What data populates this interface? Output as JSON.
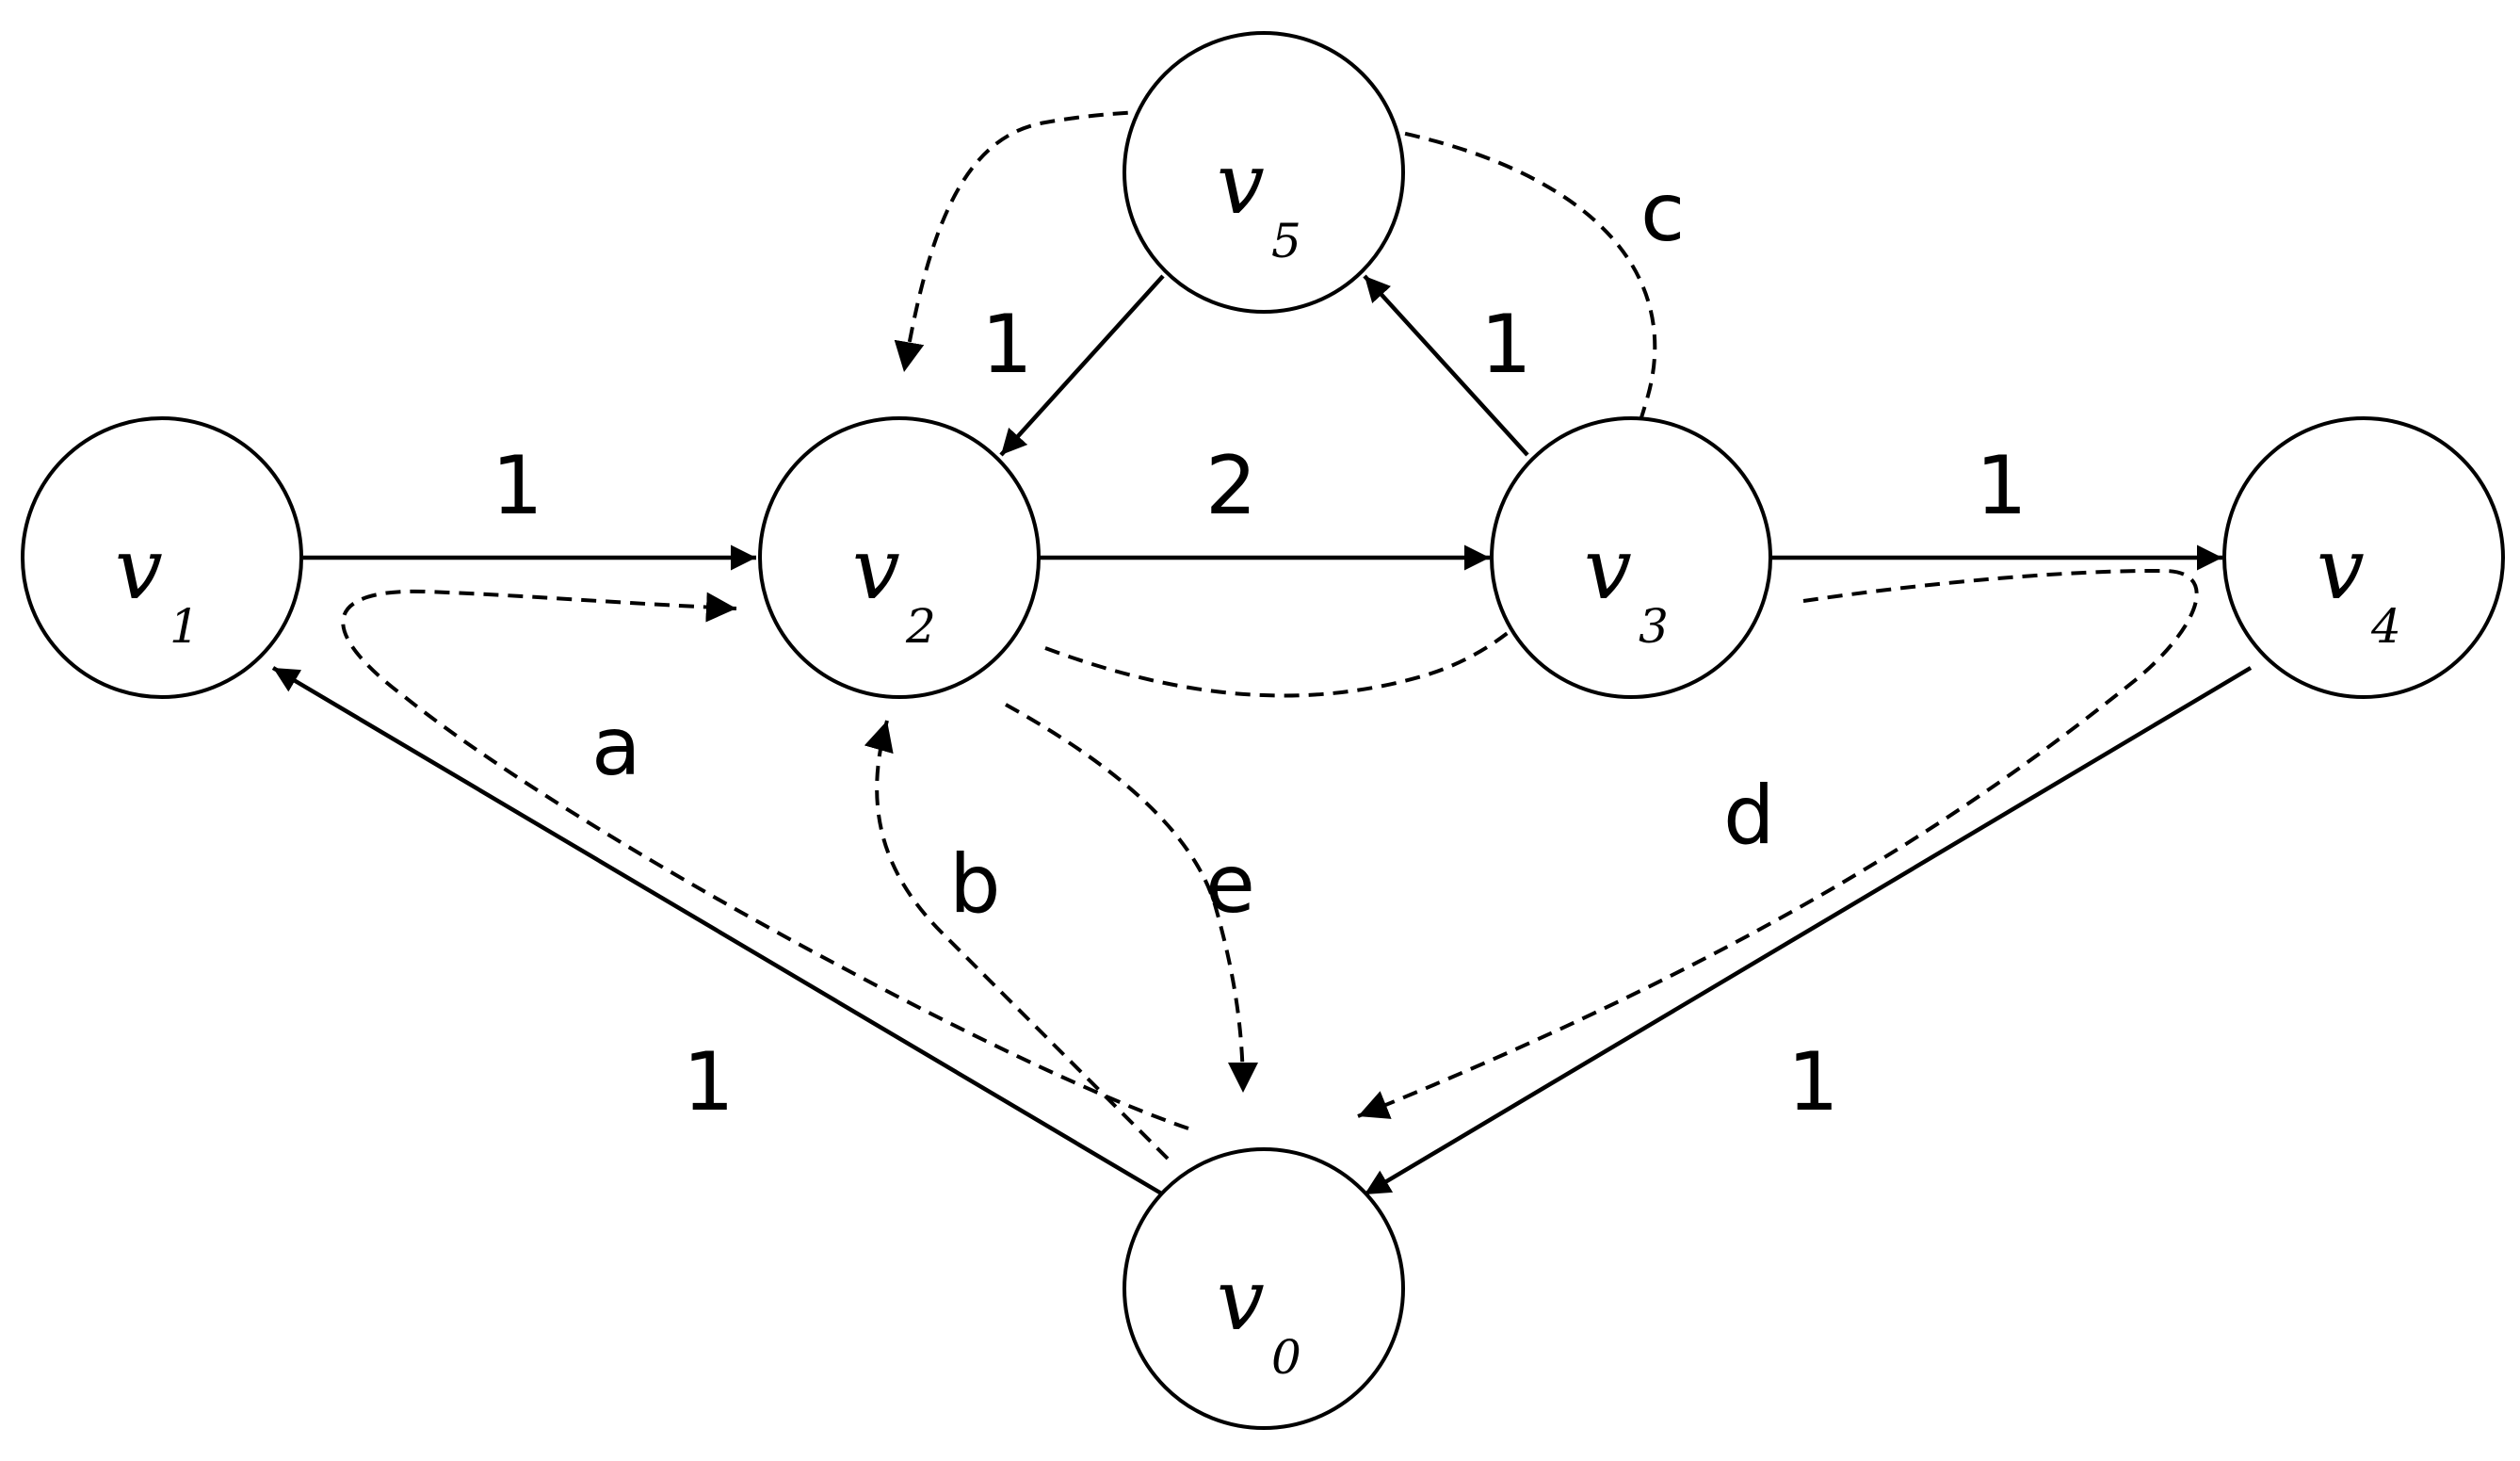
{
  "nodes": [
    {
      "id": "v1",
      "name": "v",
      "sub": "1"
    },
    {
      "id": "v2",
      "name": "v",
      "sub": "2"
    },
    {
      "id": "v3",
      "name": "v",
      "sub": "3"
    },
    {
      "id": "v4",
      "name": "v",
      "sub": "4"
    },
    {
      "id": "v5",
      "name": "v",
      "sub": "5"
    },
    {
      "id": "v0",
      "name": "v",
      "sub": "0"
    }
  ],
  "edges": [
    {
      "from": "v1",
      "to": "v2",
      "weight": "1"
    },
    {
      "from": "v2",
      "to": "v3",
      "weight": "2"
    },
    {
      "from": "v3",
      "to": "v4",
      "weight": "1"
    },
    {
      "from": "v5",
      "to": "v2",
      "weight": "1"
    },
    {
      "from": "v3",
      "to": "v5",
      "weight": "1"
    },
    {
      "from": "v0",
      "to": "v1",
      "weight": "1"
    },
    {
      "from": "v4",
      "to": "v0",
      "weight": "1"
    }
  ],
  "paths": [
    {
      "id": "a",
      "label": "a"
    },
    {
      "id": "b",
      "label": "b"
    },
    {
      "id": "c",
      "label": "c"
    },
    {
      "id": "d",
      "label": "d"
    },
    {
      "id": "e",
      "label": "e"
    }
  ]
}
